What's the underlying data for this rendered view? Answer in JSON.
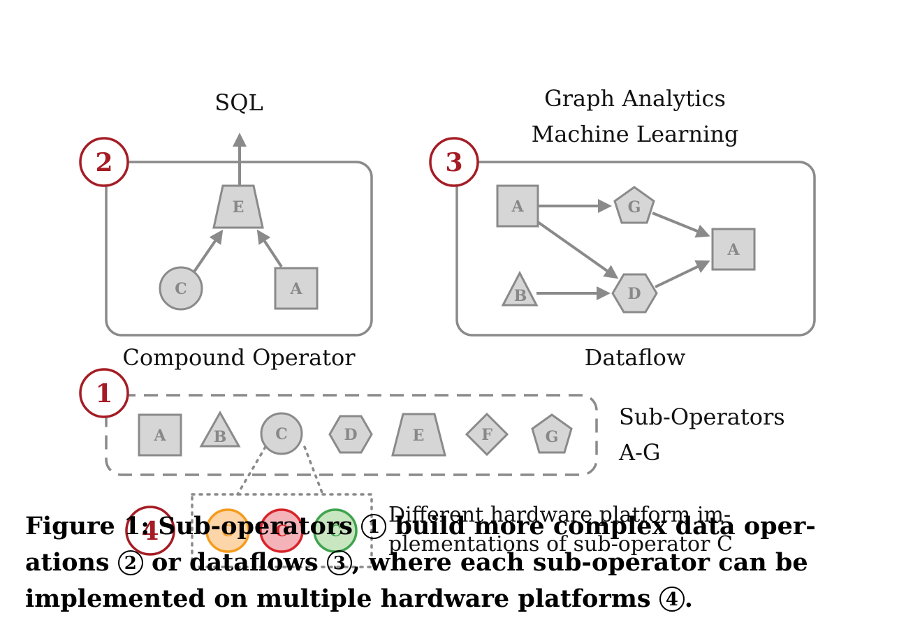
{
  "panel_compound": {
    "badge": "2",
    "output_label": "SQL",
    "caption": "Compound Operator",
    "nodes": {
      "e": "E",
      "c": "C",
      "a": "A"
    }
  },
  "panel_dataflow": {
    "badge": "3",
    "output_label_line1": "Graph Analytics",
    "output_label_line2": "Machine Learning",
    "caption": "Dataflow",
    "nodes": {
      "a_in": "A",
      "g": "G",
      "b": "B",
      "d": "D",
      "a_out": "A"
    }
  },
  "suboperators": {
    "badge": "1",
    "label_line1": "Sub-Operators",
    "label_line2": "A-G",
    "items": [
      "A",
      "B",
      "C",
      "D",
      "E",
      "F",
      "G"
    ]
  },
  "implementations": {
    "badge": "4",
    "items": [
      {
        "label": "C",
        "fill": "#fcd5a8",
        "stroke": "#f39c1d"
      },
      {
        "label": "C",
        "fill": "#f4b3b8",
        "stroke": "#d8232a"
      },
      {
        "label": "C",
        "fill": "#c8e6c0",
        "stroke": "#3fa34d"
      }
    ],
    "label_line1": "Different hardware platform im-",
    "label_line2": "plementations of sub-operator C"
  },
  "caption": {
    "prefix": "Figure 1: Sub-operators ",
    "n1": "1",
    "part1": " build more complex data oper- ations ",
    "n2": "2",
    "part2": " or dataflows ",
    "n3": "3",
    "part3": ", where each sub-operator can be implemented on multiple hardware platforms ",
    "n4": "4",
    "suffix": "."
  },
  "colors": {
    "badge": "#a51c24",
    "shape_fill": "#d6d6d6",
    "shape_stroke": "#8a8a8a"
  }
}
